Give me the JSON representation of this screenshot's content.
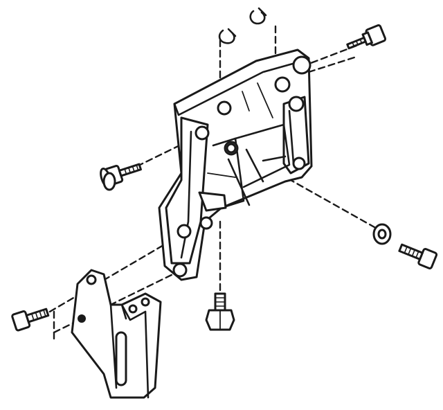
{
  "diagram": {
    "type": "exploded-assembly-line-drawing",
    "style": "black ink line art on white",
    "colors": {
      "ink": "#1a1a1a",
      "background": "#ffffff"
    },
    "parts": [
      "main-mounting-bracket",
      "lower-brace-plate",
      "bolt-upper-right",
      "bolt-left",
      "bolt-lower-right",
      "bolt-bottom-center",
      "bolt-lower-left",
      "retaining-clip-upper",
      "retaining-clip-top",
      "washer-left",
      "washer-center",
      "washer-right"
    ],
    "labels": []
  }
}
